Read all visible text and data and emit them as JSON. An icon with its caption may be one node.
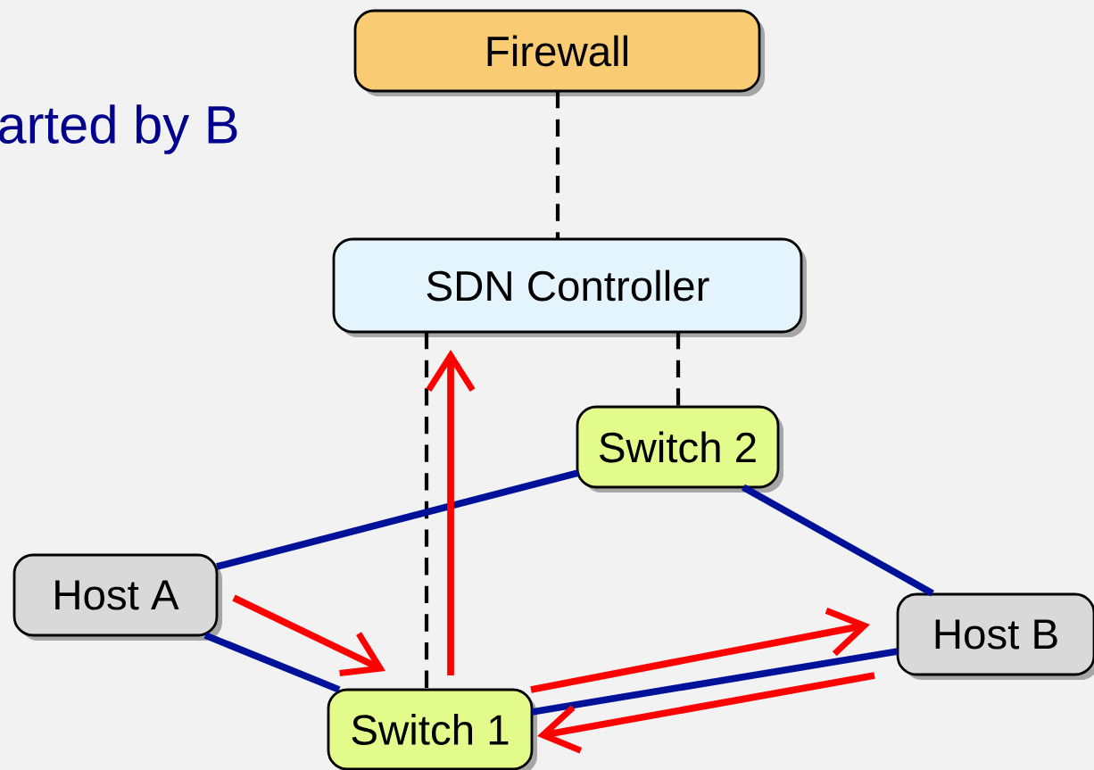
{
  "diagram": {
    "nodes": [
      {
        "text": [
          "Firewall"
        ]
      },
      {
        "text": [
          "SDN Controller"
        ]
      },
      {
        "text": [
          "Switch 2"
        ]
      },
      {
        "text": [
          "Host A"
        ]
      },
      {
        "text": [
          "Switch 1"
        ]
      },
      {
        "text": [
          "Host B"
        ]
      }
    ],
    "edges": [
      {
        "from": 0,
        "to": 1,
        "arrow": "none",
        "style": "dashed",
        "color": "#000000"
      },
      {
        "from": 1,
        "to": 2,
        "arrow": "none",
        "style": "dashed",
        "color": "#000000"
      },
      {
        "from": 1,
        "to": 4,
        "arrow": "none",
        "style": "dashed",
        "color": "#000000"
      },
      {
        "from": 3,
        "to": 2,
        "arrow": "none",
        "color": "#001199"
      },
      {
        "from": 2,
        "to": 5,
        "arrow": "none",
        "color": "#001199"
      },
      {
        "from": 3,
        "to": 4,
        "arrow": "none",
        "color": "#001199"
      },
      {
        "from": 4,
        "to": 5,
        "arrow": "none",
        "color": "#001199"
      },
      {
        "from": 3,
        "to": 4,
        "arrow": "to",
        "color": "#ff0000"
      },
      {
        "from": 4,
        "to": 1,
        "arrow": "to",
        "color": "#ff0000"
      },
      {
        "from": 4,
        "to": 5,
        "arrow": "to",
        "color": "#ff0000"
      },
      {
        "from": 5,
        "to": 4,
        "arrow": "to",
        "color": "#ff0000"
      }
    ],
    "labels": [
      "arted by B"
    ]
  }
}
